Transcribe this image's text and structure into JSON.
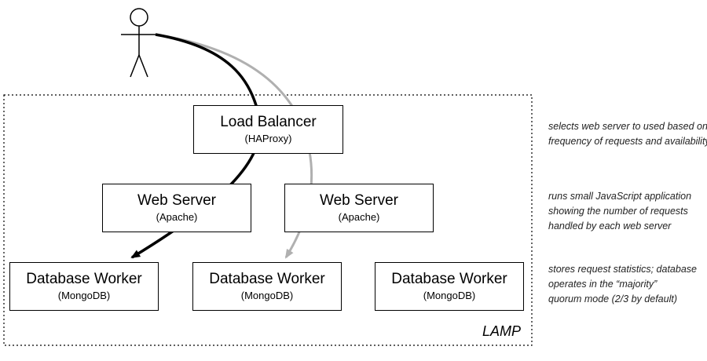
{
  "nodes": {
    "load_balancer": {
      "title": "Load Balancer",
      "sub": "(HAProxy)"
    },
    "web_server_1": {
      "title": "Web Server",
      "sub": "(Apache)"
    },
    "web_server_2": {
      "title": "Web Server",
      "sub": "(Apache)"
    },
    "db_worker_1": {
      "title": "Database Worker",
      "sub": "(MongoDB)"
    },
    "db_worker_2": {
      "title": "Database Worker",
      "sub": "(MongoDB)"
    },
    "db_worker_3": {
      "title": "Database Worker",
      "sub": "(MongoDB)"
    }
  },
  "notes": {
    "load_balancer": [
      "selects web server to used based on",
      "frequency of requests and availability"
    ],
    "web_server": [
      "runs small JavaScript application",
      "showing the number of requests",
      "handled by each web server"
    ],
    "database": [
      "stores request statistics; database",
      "operates in the “majority”",
      "quorum mode (2/3 by default)"
    ]
  },
  "container_label": "LAMP",
  "colors": {
    "primary_path": "#000000",
    "secondary_path": "#b0b0b0",
    "boundary": "#000000"
  },
  "icons": {
    "user": "stick-figure-icon"
  }
}
